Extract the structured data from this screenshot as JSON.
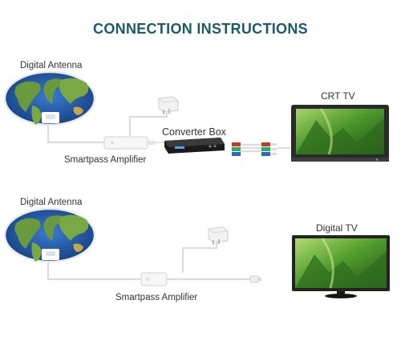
{
  "title": "CONNECTION INSTRUCTIONS",
  "setup1": {
    "antenna_label": "Digital Antenna",
    "amplifier_label": "Smartpass Amplifier",
    "converter_label": "Converter Box",
    "tv_label": "CRT TV"
  },
  "setup2": {
    "antenna_label": "Digital Antenna",
    "amplifier_label": "Smartpass Amplifier",
    "tv_label": "Digital TV"
  },
  "colors": {
    "title": "#1b5a66",
    "ocean": "#1d4f96",
    "land": "#6b9a3e",
    "cable": "#dcdcdc",
    "tv_frame": "#2a2a2a",
    "screen_green": "#4a8a2a",
    "rca_red": "#c0392b",
    "rca_green": "#27ae60",
    "rca_blue": "#2c66c2"
  }
}
